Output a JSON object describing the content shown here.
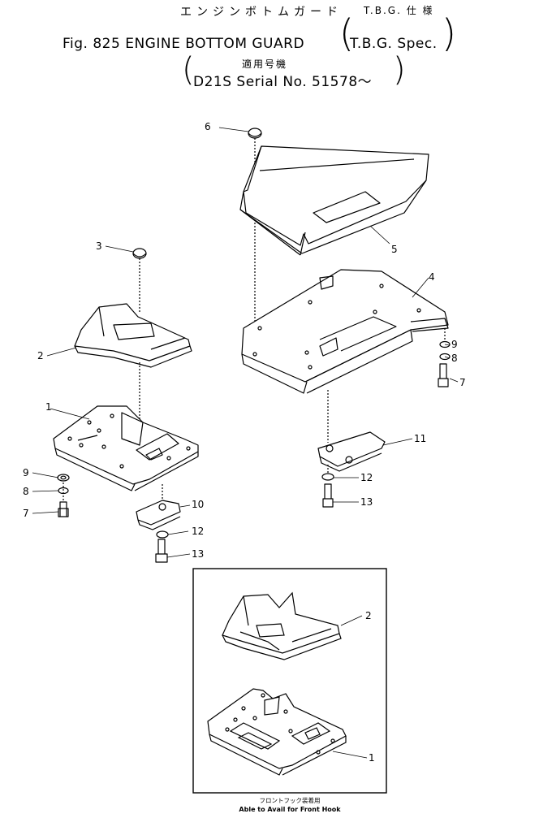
{
  "header": {
    "jp_title": "エンジンボトムガード",
    "jp_spec": "T.B.G. 仕 様",
    "figure_title": "Fig. 825 ENGINE BOTTOM GUARD",
    "spec_en": "T.B.G. Spec.",
    "jp_serial": "適用号機",
    "serial": "D21S Serial No. 51578～"
  },
  "callouts": [
    "1",
    "2",
    "3",
    "4",
    "5",
    "6",
    "7",
    "8",
    "9",
    "10",
    "11",
    "12",
    "13"
  ],
  "inset": {
    "caption_jp": "フロントフック装着用",
    "caption_en": "Able to Avail for Front Hook"
  }
}
